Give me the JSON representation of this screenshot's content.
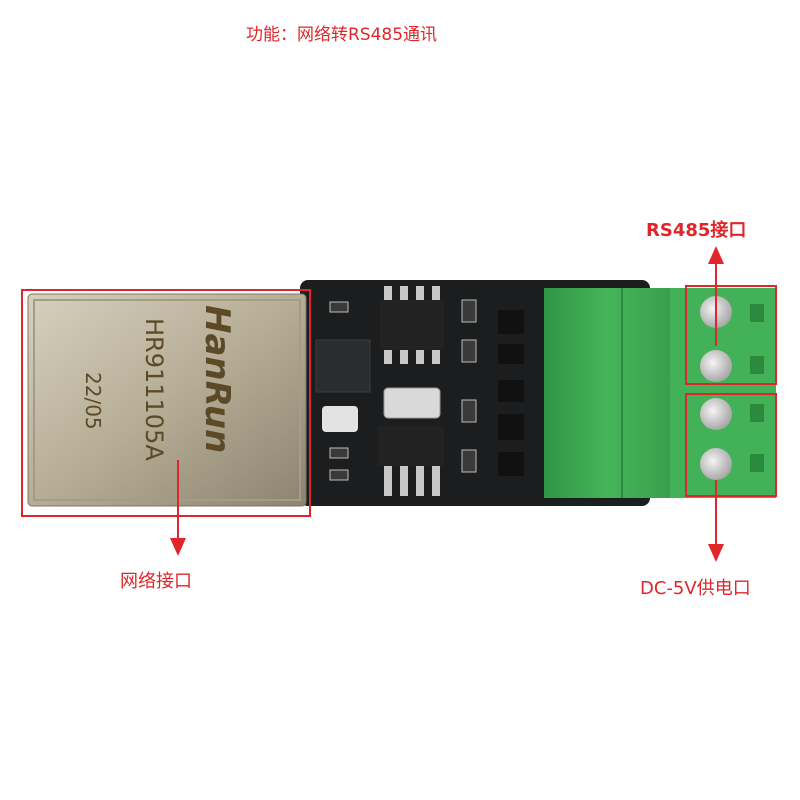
{
  "title": "功能：网络转RS485通讯",
  "labels": {
    "rs485": "RS485接口",
    "network": "网络接口",
    "power": "DC-5V供电口"
  },
  "jack": {
    "brand": "HanRun",
    "model": "HR911105A",
    "date": "22/05"
  },
  "colors": {
    "annotation": "#e0262b",
    "pcb": "#1b1d1e",
    "terminal": "#3faa52",
    "jack": "#b9b09a"
  }
}
